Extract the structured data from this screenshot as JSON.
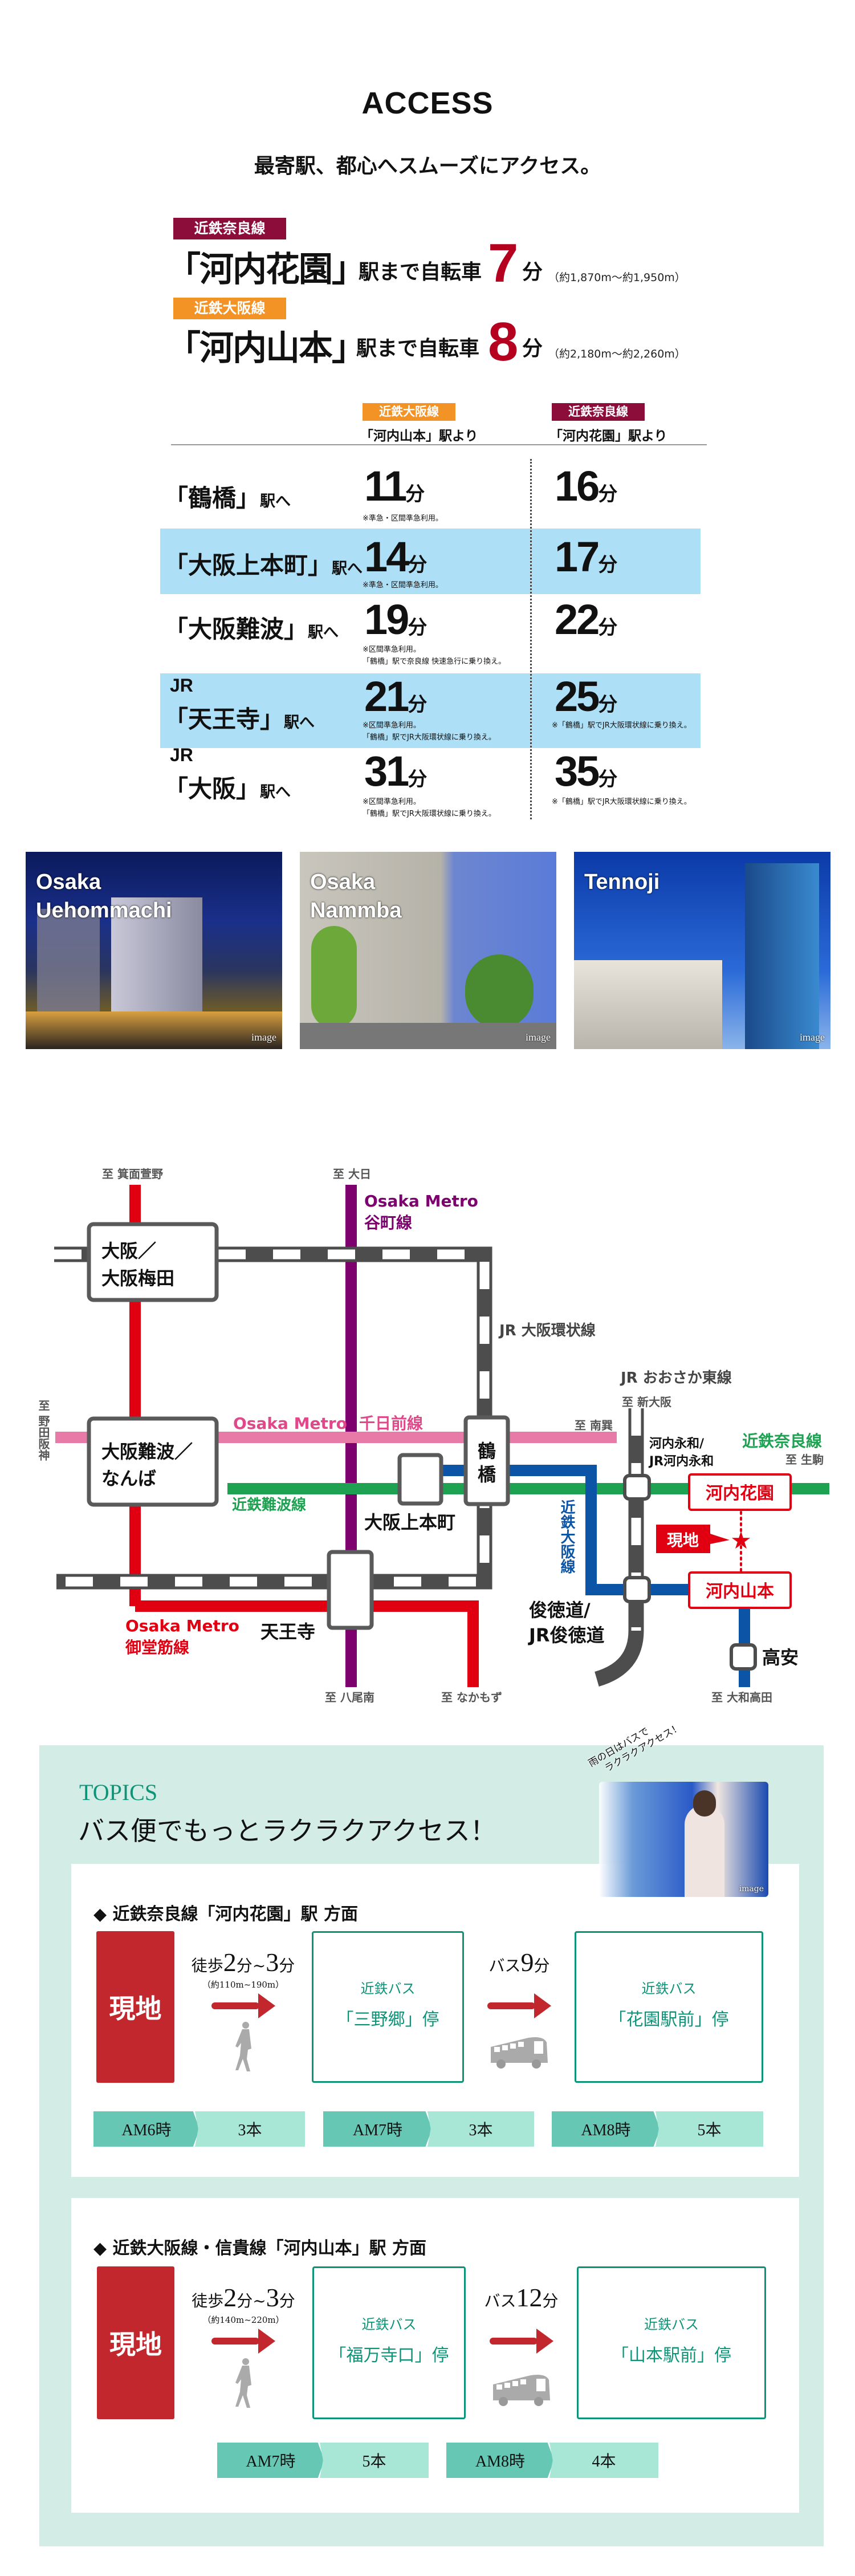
{
  "header": {
    "title": "ACCESS",
    "subtitle": "最寄駅、都心へスムーズにアクセス。"
  },
  "nearest": [
    {
      "line": "近鉄奈良線",
      "station": "「河内花園」",
      "text": "駅まで自転車",
      "minutes": "7",
      "unit": "分",
      "distance": "（約1,870m～約1,950m）"
    },
    {
      "line": "近鉄大阪線",
      "station": "「河内山本」",
      "text": "駅まで自転車",
      "minutes": "8",
      "unit": "分",
      "distance": "（約2,180m～約2,260m）"
    }
  ],
  "table": {
    "columns": [
      {
        "line": "近鉄大阪線",
        "from": "「河内山本」駅より"
      },
      {
        "line": "近鉄奈良線",
        "from": "「河内花園」駅より"
      }
    ],
    "rows": [
      {
        "prefix": "",
        "station": "「鶴橋」",
        "suffix": "駅へ",
        "c1": {
          "value": "11",
          "unit": "分",
          "notes": [
            "※準急・区間準急利用。"
          ]
        },
        "c2": {
          "value": "16",
          "unit": "分",
          "notes": []
        }
      },
      {
        "prefix": "",
        "station": "「大阪上本町」",
        "suffix": "駅へ",
        "c1": {
          "value": "14",
          "unit": "分",
          "notes": [
            "※準急・区間準急利用。"
          ]
        },
        "c2": {
          "value": "17",
          "unit": "分",
          "notes": []
        }
      },
      {
        "prefix": "",
        "station": "「大阪難波」",
        "suffix": "駅へ",
        "c1": {
          "value": "19",
          "unit": "分",
          "notes": [
            "※区間準急利用。",
            "「鶴橋」駅で奈良線 快速急行に乗り換え。"
          ]
        },
        "c2": {
          "value": "22",
          "unit": "分",
          "notes": []
        }
      },
      {
        "prefix": "JR",
        "station": "「天王寺」",
        "suffix": "駅へ",
        "c1": {
          "value": "21",
          "unit": "分",
          "notes": [
            "※区間準急利用。",
            "「鶴橋」駅でJR大阪環状線に乗り換え。"
          ]
        },
        "c2": {
          "value": "25",
          "unit": "分",
          "notes": [
            "※「鶴橋」駅でJR大阪環状線に乗り換え。"
          ]
        }
      },
      {
        "prefix": "JR",
        "station": "「大阪」",
        "suffix": "駅へ",
        "c1": {
          "value": "31",
          "unit": "分",
          "notes": [
            "※区間準急利用。",
            "「鶴橋」駅でJR大阪環状線に乗り換え。"
          ]
        },
        "c2": {
          "value": "35",
          "unit": "分",
          "notes": [
            "※「鶴橋」駅でJR大阪環状線に乗り換え。"
          ]
        }
      }
    ]
  },
  "photos": [
    {
      "line1": "Osaka",
      "line2": "Uehommachi",
      "tag": "image"
    },
    {
      "line1": "Osaka",
      "line2": "Nammba",
      "tag": "image"
    },
    {
      "line1": "Tennoji",
      "line2": "",
      "tag": "image"
    }
  ],
  "map": {
    "to_minoh": "至 箕面萱野",
    "to_dainichi": "至 大日",
    "to_noda": "至 野田阪神",
    "to_minamitatsumi": "至 南巽",
    "to_shinosaka": "至 新大阪",
    "to_ikoma": "至 生駒",
    "to_yaominami": "至 八尾南",
    "to_nakamozu": "至 なかもず",
    "to_yamatotakada": "至 大和高田",
    "tanimachi": [
      "Osaka Metro",
      "谷町線"
    ],
    "sennichimae": [
      "Osaka Metro",
      "千日前線"
    ],
    "midosuji": [
      "Osaka Metro",
      "御堂筋線"
    ],
    "jr_loop": "JR 大阪環状線",
    "jr_east": "JR おおさか東線",
    "kintetsu_namba": "近鉄難波線",
    "kintetsu_nara": "近鉄奈良線",
    "kintetsu_osaka": "近鉄大阪線",
    "umeda": [
      "大阪／",
      "大阪梅田"
    ],
    "namba": [
      "大阪難波／",
      "なんば"
    ],
    "uehommachi": "大阪上本町",
    "tsuruhashi": [
      "鶴",
      "橋"
    ],
    "tennoji": "天王寺",
    "eiwa": [
      "河内永和/",
      "JR河内永和"
    ],
    "shuntoku": [
      "俊徳道/",
      "JR俊徳道"
    ],
    "hanazono": "河内花園",
    "yamamoto": "河内山本",
    "takayasu": "高安",
    "genchi": "現地",
    "colors": {
      "midosuji": "#e00012",
      "tanimachi": "#7d006e",
      "sennichimae": "#e87aa8",
      "kintetsu_nara": "#1fa152",
      "kintetsu_osaka": "#0c55a6",
      "jr": "#4d4d4d"
    }
  },
  "topics": {
    "label": "TOPICS",
    "title": "バス便でもっとラクラクアクセス！",
    "photo_caption": [
      "雨の日はバスで",
      "ラクラクアクセス！"
    ],
    "photo_tag": "image",
    "routes": [
      {
        "heading": "◆ 近鉄奈良線「河内花園」駅 方面",
        "genchi": "現地",
        "walk": {
          "pre": "徒歩",
          "a": "2",
          "mid": "分~",
          "b": "3",
          "unit": "分",
          "sub": "（約110m~190m）"
        },
        "stop1": {
          "company": "近鉄バス",
          "name": "「三野郷」停"
        },
        "bus": {
          "pre": "バス",
          "n": "9",
          "unit": "分"
        },
        "stop2": {
          "company": "近鉄バス",
          "name": "「花園駅前」停"
        },
        "times": [
          {
            "hour": "AM6時",
            "count": "3本"
          },
          {
            "hour": "AM7時",
            "count": "3本"
          },
          {
            "hour": "AM8時",
            "count": "5本"
          }
        ]
      },
      {
        "heading": "◆ 近鉄大阪線・信貴線「河内山本」駅 方面",
        "genchi": "現地",
        "walk": {
          "pre": "徒歩",
          "a": "2",
          "mid": "分~",
          "b": "3",
          "unit": "分",
          "sub": "（約140m~220m）"
        },
        "stop1": {
          "company": "近鉄バス",
          "name": "「福万寺口」停"
        },
        "bus": {
          "pre": "バス",
          "n": "12",
          "unit": "分"
        },
        "stop2": {
          "company": "近鉄バス",
          "name": "「山本駅前」停"
        },
        "times": [
          {
            "hour": "AM7時",
            "count": "5本"
          },
          {
            "hour": "AM8時",
            "count": "4本"
          }
        ]
      }
    ]
  }
}
